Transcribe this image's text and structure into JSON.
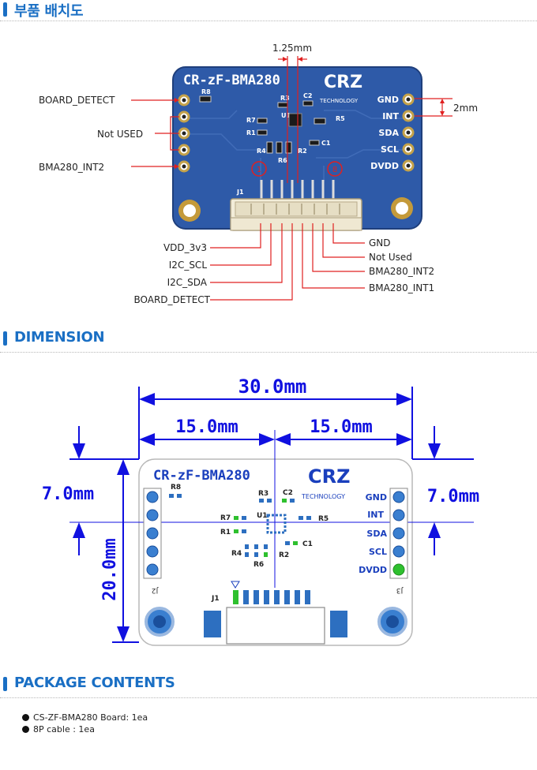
{
  "sections": {
    "placement": "부품 배치도",
    "dimension": "DIMENSION",
    "package": "PACKAGE CONTENTS"
  },
  "placement": {
    "board_name": "CR-zF-BMA280",
    "logo": "CRZ",
    "logo_sub": "TECHNOLOGY",
    "pitch_label": "1.25mm",
    "spacing_label": "2mm",
    "left_labels": {
      "board_detect": "BOARD_DETECT",
      "not_used": "Not USED",
      "int2": "BMA280_INT2"
    },
    "right_pins": [
      "GND",
      "INT",
      "SDA",
      "SCL",
      "DVDD"
    ],
    "connector_left_labels": [
      "VDD_3v3",
      "I2C_SCL",
      "I2C_SDA",
      "BOARD_DETECT"
    ],
    "connector_right_labels": [
      "GND",
      "Not Used",
      "BMA280_INT2",
      "BMA280_INT1"
    ],
    "pin1_mark": "1",
    "pin8_mark": "8",
    "connector_name": "J1",
    "silk": {
      "r8": "R8",
      "r3": "R3",
      "c2": "C2",
      "r7": "R7",
      "u1": "U1",
      "r5": "R5",
      "r1": "R1",
      "c1": "C1",
      "r4": "R4",
      "r2": "R2",
      "r6": "R6"
    }
  },
  "dimension": {
    "width_total": "30.0mm",
    "half_left": "15.0mm",
    "half_right": "15.0mm",
    "offset_left": "7.0mm",
    "offset_right": "7.0mm",
    "height": "20.0mm",
    "board_name": "CR-zF-BMA280",
    "logo": "CRZ",
    "logo_sub": "TECHNOLOGY",
    "right_pins": [
      "GND",
      "INT",
      "SDA",
      "SCL",
      "DVDD"
    ],
    "j1": "J1",
    "j2": "J2",
    "j3": "J3",
    "silk": {
      "r8": "R8",
      "r3": "R3",
      "c2": "C2",
      "r7": "R7",
      "u1": "U1",
      "r5": "R5",
      "r1": "R1",
      "c1": "C1",
      "r4": "R4",
      "r2": "R2",
      "r6": "R6"
    }
  },
  "package": {
    "items": [
      "CS-ZF-BMA280 Board: 1ea",
      "8P cable : 1ea"
    ]
  },
  "colors": {
    "section_accent": "#1a6fc4",
    "pcb_blue": "#2e5aa8",
    "leader_red": "#e02020",
    "dimension_blue": "#1010e0",
    "pad_green": "#2ec02e",
    "pad_blue": "#2d6fc0"
  }
}
